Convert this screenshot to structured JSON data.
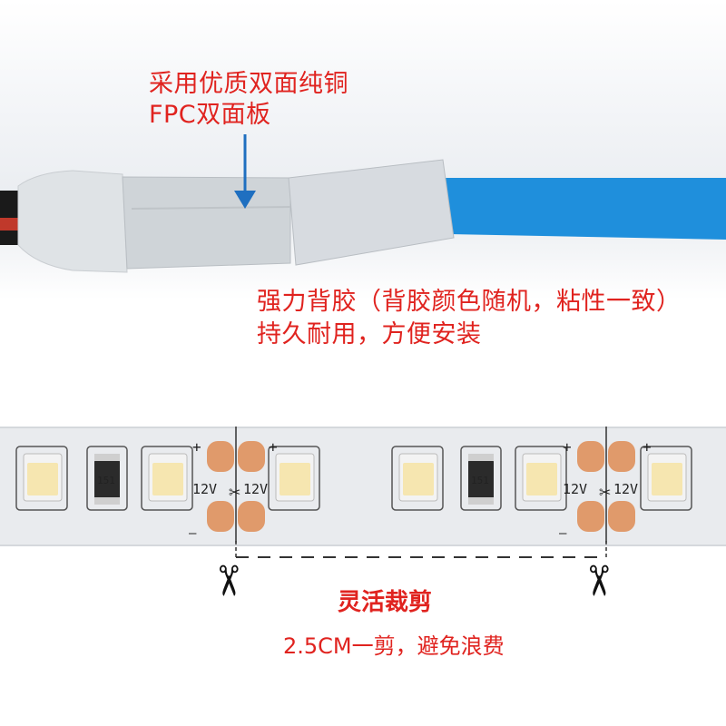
{
  "labels": {
    "fpc_line1": "采用优质双面纯铜",
    "fpc_line2": "FPC双面板",
    "tape_line1": "强力背胶（背胶颜色随机，粘性一致）",
    "tape_line2": "持久耐用，方便安装",
    "cut_title": "灵活裁剪",
    "cut_subtitle": "2.5CM一剪，避免浪费"
  },
  "pcb_markings": {
    "voltage": "12V",
    "resistor": "151",
    "plus": "+",
    "minus": "—"
  },
  "colors": {
    "accent_red": "#e0231f",
    "tape_blue": "#1f8fdc",
    "copper_pad": "#e09a6b"
  }
}
